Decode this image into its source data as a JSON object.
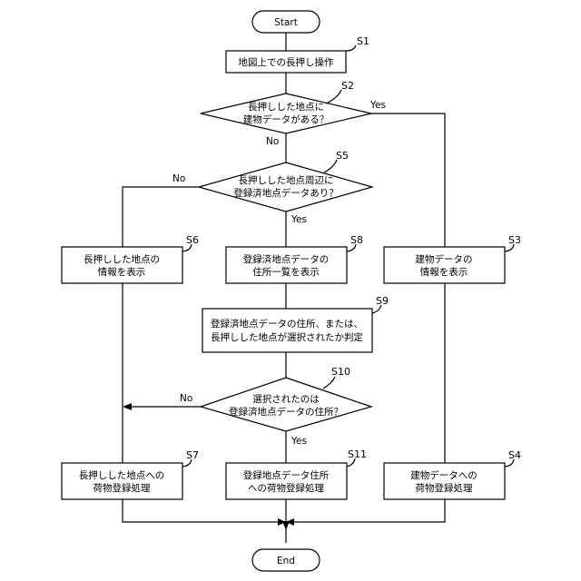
{
  "terminals": {
    "start": "Start",
    "end": "End"
  },
  "steps": {
    "s1": {
      "id": "S1",
      "lines": [
        "地図上での長押し操作"
      ]
    },
    "s2": {
      "id": "S2",
      "lines": [
        "長押しした地点に",
        "建物データがある？"
      ]
    },
    "s3": {
      "id": "S3",
      "lines": [
        "建物データの",
        "情報を表示"
      ]
    },
    "s4": {
      "id": "S4",
      "lines": [
        "建物データへの",
        "荷物登録処理"
      ]
    },
    "s5": {
      "id": "S5",
      "lines": [
        "長押しした地点周辺に",
        "登録済地点データあり？"
      ]
    },
    "s6": {
      "id": "S6",
      "lines": [
        "長押しした地点の",
        "情報を表示"
      ]
    },
    "s7": {
      "id": "S7",
      "lines": [
        "長押しした地点への",
        "荷物登録処理"
      ]
    },
    "s8": {
      "id": "S8",
      "lines": [
        "登録済地点データの",
        "住所一覧を表示"
      ]
    },
    "s9": {
      "id": "S9",
      "lines": [
        "登録済地点データの住所、または、",
        "長押しした地点が選択されたか判定"
      ]
    },
    "s10": {
      "id": "S10",
      "lines": [
        "選択されたのは",
        "登録済地点データの住所？"
      ]
    },
    "s11": {
      "id": "S11",
      "lines": [
        "登録地点データ住所",
        "への荷物登録処理"
      ]
    }
  },
  "branches": {
    "s2_yes": "Yes",
    "s2_no": "No",
    "s5_yes": "Yes",
    "s5_no": "No",
    "s10_yes": "Yes",
    "s10_no": "No"
  }
}
